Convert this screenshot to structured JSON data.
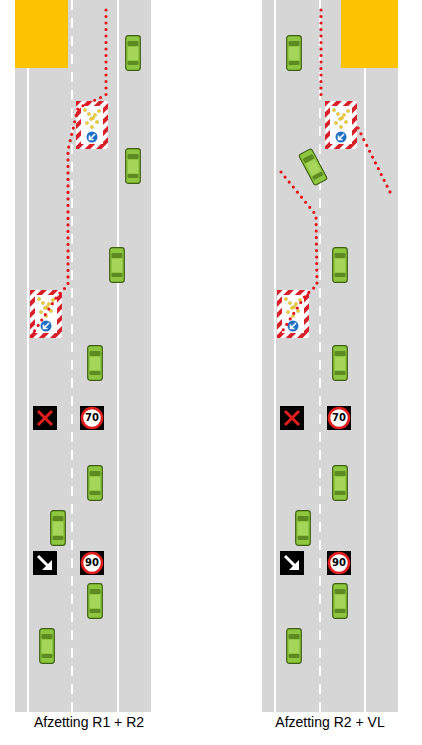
{
  "diagram": {
    "nodes": [
      {
        "text": [
          "70"
        ]
      },
      {
        "text": [
          "90"
        ]
      },
      {
        "text": [
          "70"
        ]
      },
      {
        "text": [
          "90"
        ]
      }
    ],
    "labels": [
      "Afzetting R1 + R2",
      "Afzetting R2 + VL"
    ]
  }
}
